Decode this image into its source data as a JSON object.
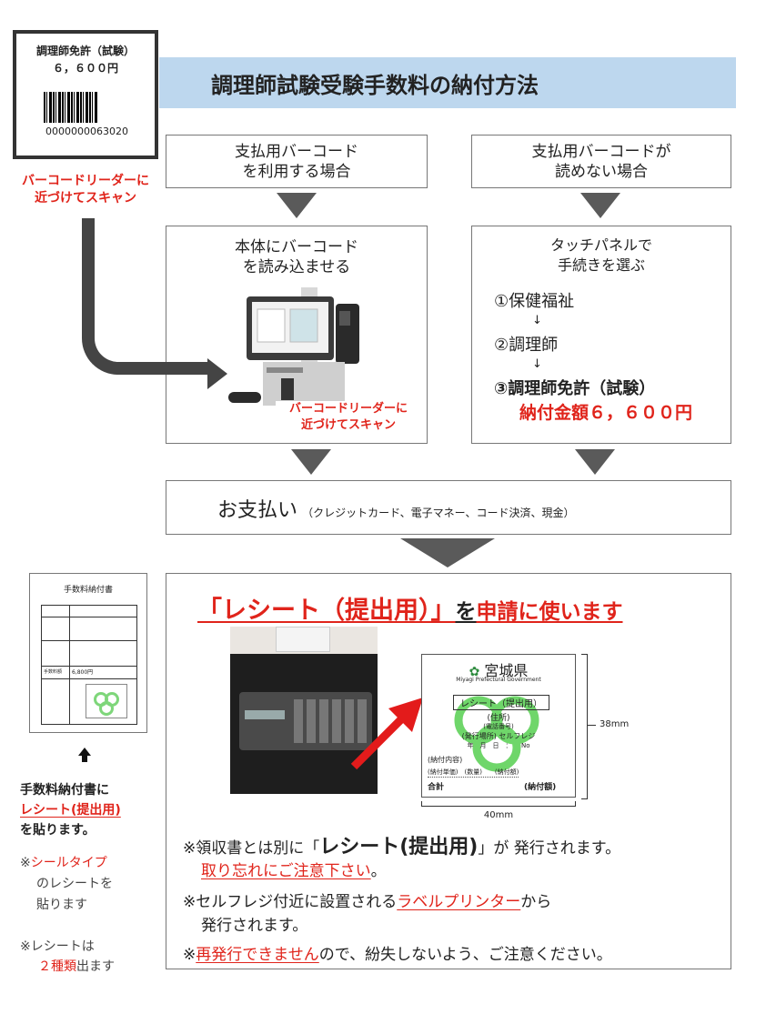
{
  "ticket": {
    "title": "調理師免許（試験）",
    "price": "６，６００円",
    "barcode_number": "0000000063020"
  },
  "scan_note": "バーコードリーダーに\n近づけてスキャン",
  "header": {
    "title": "調理師試験受験手数料の納付方法"
  },
  "left_col": {
    "case": "支払用バーコード\nを利用する場合",
    "step": "本体にバーコード\nを読み込ませる",
    "scan_note": "バーコードリーダーに\n近づけてスキャン"
  },
  "right_col": {
    "case": "支払用バーコードが\n読めない場合",
    "step": "タッチパネルで\n手続きを選ぶ",
    "steps": [
      "①保健福祉",
      "↓",
      "②調理師",
      "↓",
      "③調理師免許（試験）"
    ],
    "amount": "納付金額６，６００円"
  },
  "payment": {
    "label": "お支払い",
    "methods": "（クレジットカード、電子マネー、コード決済、現金）"
  },
  "receipt_panel": {
    "title_red": "「レシート（提出用）」",
    "title_mid": "を",
    "title_end": "申請に使います",
    "receipt": {
      "org": "宮城県",
      "org_en": "Miyagi Prefectural Government",
      "label": "レシート（提出用）",
      "lines": [
        "(住所)",
        "(電話番号)",
        "(発行場所) セルフレジ",
        "年　月　日　：　　No"
      ],
      "content": "(納付内容)",
      "row": "(納付単価)　(数量)　　(納付額)",
      "total": "合計",
      "total_amt": "(納付額)",
      "height": "38mm",
      "width": "40mm"
    },
    "notes": {
      "n1_a": "※領収書とは別に「",
      "n1_b": "レシート(提出用)",
      "n1_c": "」が 発行されます。",
      "n1_d": "取り忘れにご注意下さい",
      "n1_e": "。",
      "n2_a": "※セルフレジ付近に設置される",
      "n2_b": "ラベルプリンター",
      "n2_c": "から",
      "n2_d": "発行されます。",
      "n3_a": "※",
      "n3_b": "再発行できません",
      "n3_c": "ので、紛失しないよう、ご注意ください。"
    }
  },
  "form": {
    "title": "手数料納付書",
    "amount_label": "手数料額",
    "amount": "6,800円"
  },
  "left_notes": {
    "line1": "手数料納付書に",
    "line2": "レシート(提出用)",
    "line3": "を貼ります。",
    "s1_mark": "※",
    "s1_red": "シールタイプ",
    "s1_rest": "のレシートを\n貼ります",
    "s2_a": "※レシートは",
    "s2_red": "２種類",
    "s2_c": "出ます"
  },
  "colors": {
    "accent_red": "#e0241b",
    "header_bg": "#bdd7ee",
    "arrow_gray": "#5a5a5a",
    "green": "#5fc25a"
  }
}
